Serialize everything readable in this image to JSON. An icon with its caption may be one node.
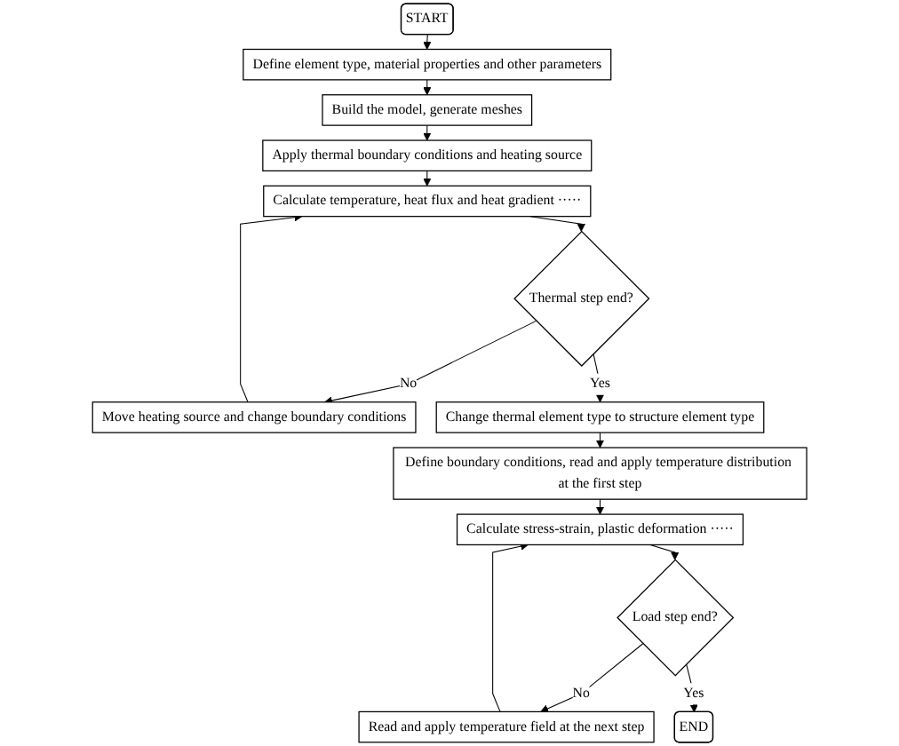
{
  "diagram": {
    "nodes": [
      {
        "text": [
          "START"
        ]
      },
      {
        "text": [
          "Define element type, material properties and other parameters"
        ]
      },
      {
        "text": [
          "Build the model, generate meshes"
        ]
      },
      {
        "text": [
          "Apply thermal boundary conditions and heating source"
        ]
      },
      {
        "text": [
          "Calculate temperature, heat flux and heat gradient ·····"
        ]
      },
      {
        "text": [
          "Thermal step end?"
        ]
      },
      {
        "text": [
          "Move heating source and change boundary conditions"
        ]
      },
      {
        "text": [
          "Change thermal element type to structure element type"
        ]
      },
      {
        "text": [
          "Define boundary conditions, read and apply temperature distribution at the first step"
        ]
      },
      {
        "text": [
          "Calculate stress-strain, plastic deformation ·····"
        ]
      },
      {
        "text": [
          "Load step end?"
        ]
      },
      {
        "text": [
          "Read and apply temperature field at the next step"
        ]
      },
      {
        "text": [
          "END"
        ]
      }
    ],
    "edges": [
      {
        "from": 0,
        "to": 1,
        "arrow": "to"
      },
      {
        "from": 1,
        "to": 2,
        "arrow": "to"
      },
      {
        "from": 2,
        "to": 3,
        "arrow": "to"
      },
      {
        "from": 3,
        "to": 4,
        "arrow": "to"
      },
      {
        "from": 4,
        "to": 5,
        "arrow": "to"
      },
      {
        "from": 5,
        "to": 7,
        "arrow": "to",
        "label": "Yes"
      },
      {
        "from": 5,
        "to": 6,
        "arrow": "to",
        "label": "No"
      },
      {
        "from": 6,
        "to": 4,
        "arrow": "to"
      },
      {
        "from": 7,
        "to": 8,
        "arrow": "to"
      },
      {
        "from": 8,
        "to": 9,
        "arrow": "to"
      },
      {
        "from": 9,
        "to": 10,
        "arrow": "to"
      },
      {
        "from": 10,
        "to": 11,
        "arrow": "to",
        "label": "No"
      },
      {
        "from": 10,
        "to": 12,
        "arrow": "to",
        "label": "Yes"
      },
      {
        "from": 11,
        "to": 9,
        "arrow": "to"
      }
    ]
  }
}
